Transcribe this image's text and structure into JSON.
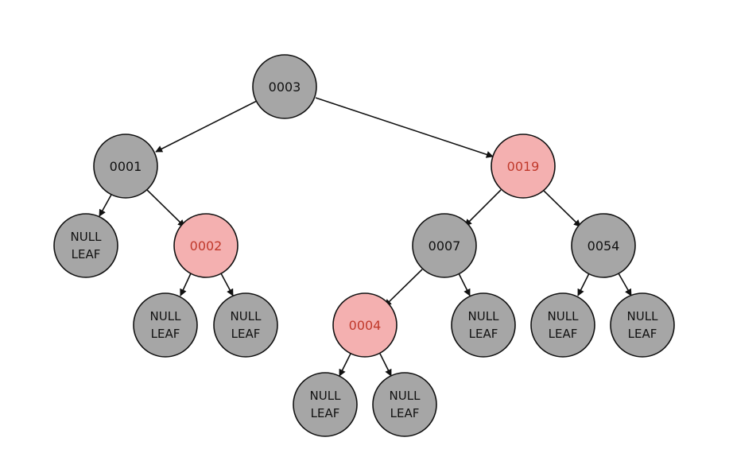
{
  "colors": {
    "black_node_fill": "#a6a6a6",
    "red_node_fill": "#f4b0b0",
    "red_node_stroke": "#c0392b",
    "red_node_text": "#c0392b",
    "black_node_text": "#111111",
    "edge": "#111111",
    "background": "#ffffff"
  },
  "nodes": {
    "n0003": {
      "label": "0003",
      "color": "black"
    },
    "n0001": {
      "label": "0001",
      "color": "black"
    },
    "n0019": {
      "label": "0019",
      "color": "red"
    },
    "n0002": {
      "label": "0002",
      "color": "red"
    },
    "n0007": {
      "label": "0007",
      "color": "black"
    },
    "n0054": {
      "label": "0054",
      "color": "black"
    },
    "n0004": {
      "label": "0004",
      "color": "red"
    }
  },
  "leaf_label": {
    "line1": "NULL",
    "line2": "LEAF"
  }
}
